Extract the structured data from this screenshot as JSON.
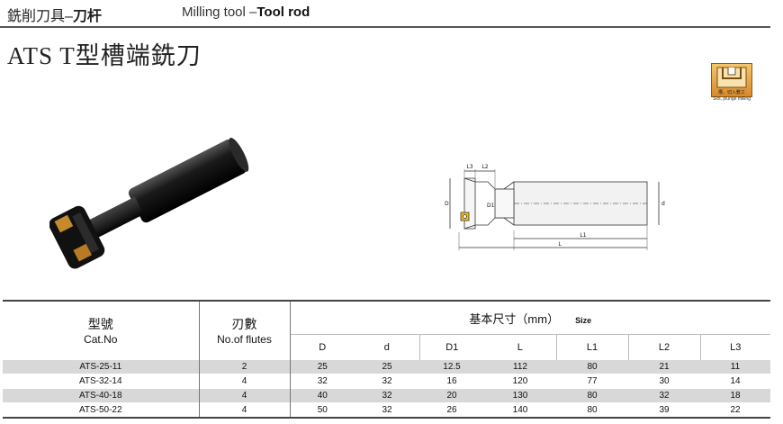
{
  "header": {
    "cn_prefix": "銑削刀具–",
    "cn_bold": "刀杆",
    "en_prefix": "Milling tool –",
    "en_bold": "Tool rod"
  },
  "title": "ATS T型槽端銑刀",
  "badge": {
    "top_text": "槽、切入銑工",
    "caption": "Slot, plunge milling"
  },
  "drawing_labels": {
    "L3": "L3",
    "L2": "L2",
    "D": "D",
    "D1": "D1",
    "d": "d",
    "L1": "L1",
    "L": "L"
  },
  "table": {
    "cat_label_cn": "型號",
    "cat_label_en": "Cat.No",
    "flutes_label_cn": "刃數",
    "flutes_label_en": "No.of flutes",
    "basic_label": "基本尺寸（mm）",
    "size_label": "Size",
    "columns": [
      "D",
      "d",
      "D1",
      "L",
      "L1",
      "L2",
      "L3"
    ],
    "rows": [
      {
        "cat": "ATS-25-11",
        "flutes": "2",
        "D": "25",
        "d": "25",
        "D1": "12.5",
        "L": "112",
        "L1": "80",
        "L2": "21",
        "L3": "11"
      },
      {
        "cat": "ATS-32-14",
        "flutes": "4",
        "D": "32",
        "d": "32",
        "D1": "16",
        "L": "120",
        "L1": "77",
        "L2": "30",
        "L3": "14"
      },
      {
        "cat": "ATS-40-18",
        "flutes": "4",
        "D": "40",
        "d": "32",
        "D1": "20",
        "L": "130",
        "L1": "80",
        "L2": "32",
        "L3": "18"
      },
      {
        "cat": "ATS-50-22",
        "flutes": "4",
        "D": "50",
        "d": "32",
        "D1": "26",
        "L": "140",
        "L1": "80",
        "L2": "39",
        "L3": "22"
      }
    ]
  }
}
